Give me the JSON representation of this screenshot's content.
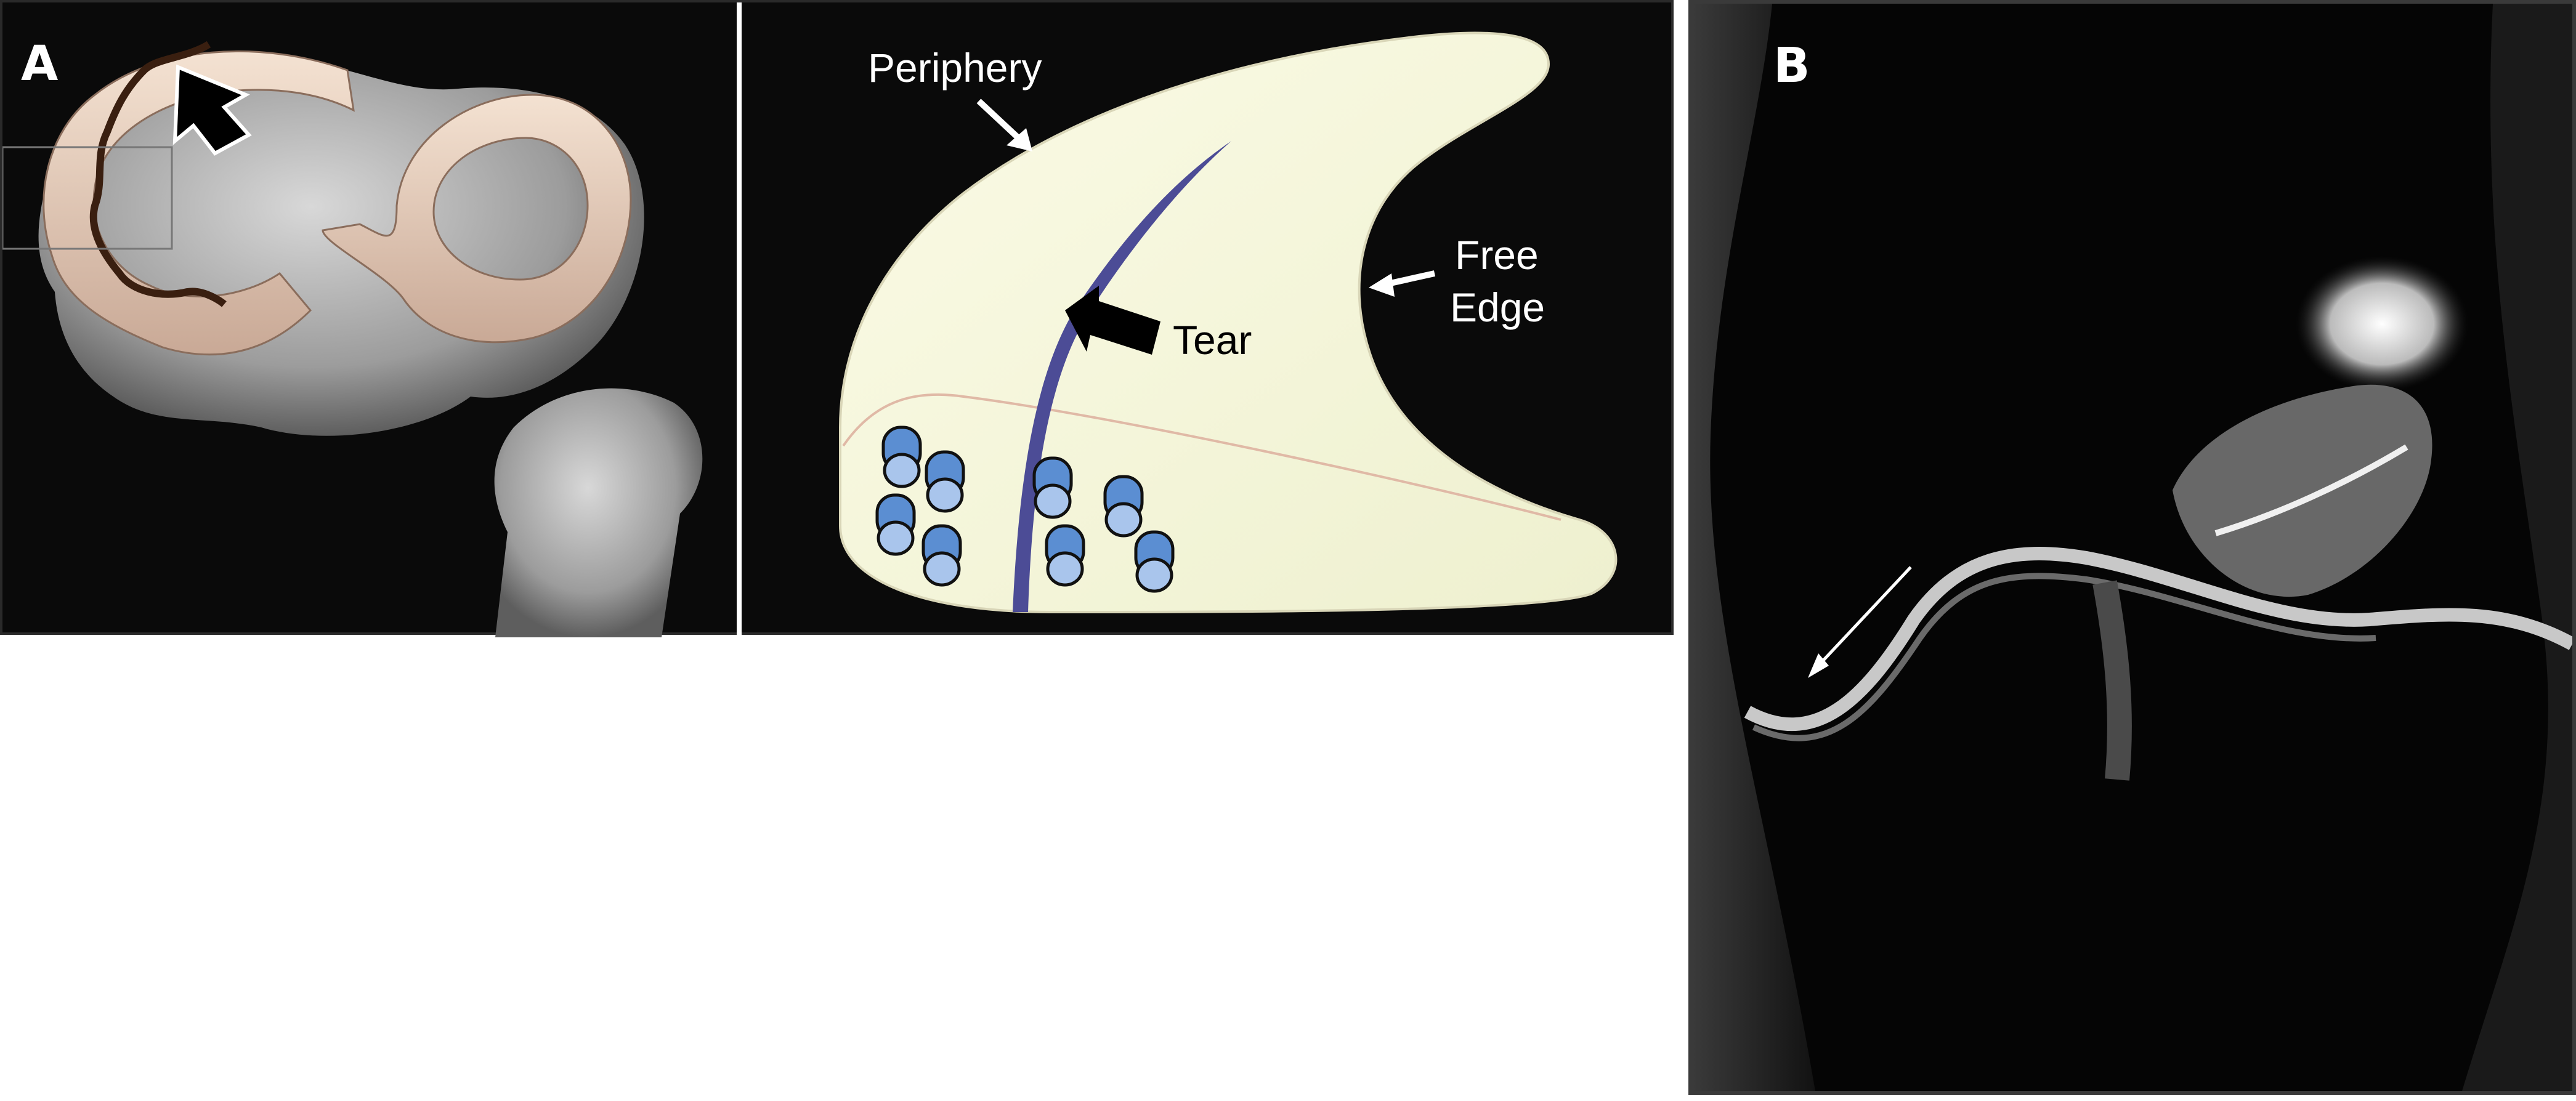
{
  "panel_a": {
    "label": "A",
    "annotations": {
      "periphery": "Periphery",
      "tear": "Tear",
      "free_edge_line1": "Free",
      "free_edge_line2": "Edge"
    }
  },
  "panel_b": {
    "label": "B"
  },
  "colors": {
    "meniscus_cream": "#f6f5dc",
    "tear_purple": "#4c4c96",
    "fiber_blue": "#5b8ed2",
    "bone_gray": "#b9b9b9",
    "meniscus_tan": "#e9d3c2"
  }
}
